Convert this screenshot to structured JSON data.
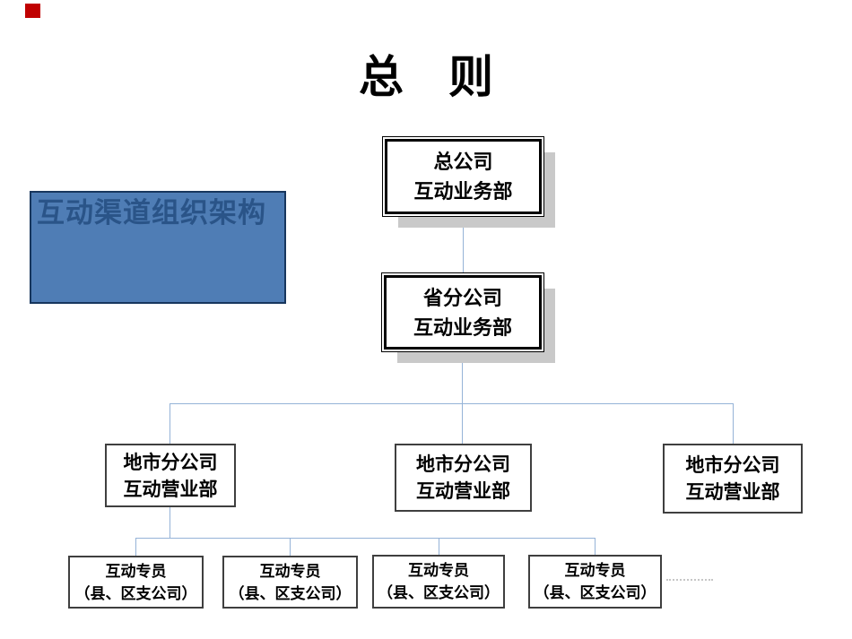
{
  "slide": {
    "title": "总　则",
    "corner_marker_color": "#c00000",
    "label_box": {
      "text": "互动渠道组织架构",
      "fill": "#4f7db5",
      "border": "#17365d",
      "text_color": "#2a5488"
    },
    "org_chart": {
      "connector_color": "#95b3d7",
      "shadow_color": "#c9c9c9",
      "dotted_line_color": "#c6c6c6",
      "nodes": {
        "hq": {
          "line1": "总公司",
          "line2": "互动业务部"
        },
        "province": {
          "line1": "省分公司",
          "line2": "互动业务部"
        },
        "city_left": {
          "line1": "地市分公司",
          "line2": "互动营业部"
        },
        "city_mid": {
          "line1": "地市分公司",
          "line2": "互动营业部"
        },
        "city_right": {
          "line1": "地市分公司",
          "line2": "互动营业部"
        },
        "spec_1": {
          "line1": "互动专员",
          "line2": "（县、区支公司）"
        },
        "spec_2": {
          "line1": "互动专员",
          "line2": "（县、区支公司）"
        },
        "spec_3": {
          "line1": "互动专员",
          "line2": "（县、区支公司）"
        },
        "spec_4": {
          "line1": "互动专员",
          "line2": "（县、区支公司）"
        }
      },
      "structure": {
        "hq": [
          "province"
        ],
        "province": [
          "city_left",
          "city_mid",
          "city_right"
        ],
        "city_left": [
          "spec_1",
          "spec_2",
          "spec_3",
          "spec_4"
        ]
      }
    }
  }
}
